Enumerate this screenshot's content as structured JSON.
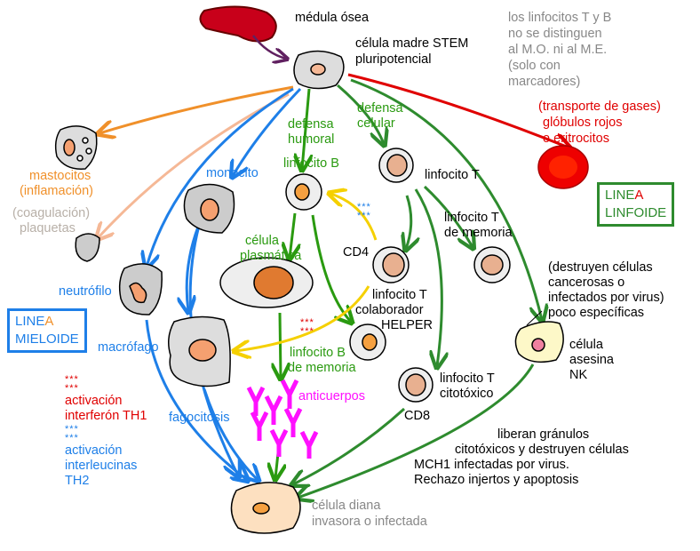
{
  "labels": {
    "medula": "médula ósea",
    "stem1": "célula madre STEM",
    "stem2": "pluripotencial",
    "note": [
      "los linfocitos T y B",
      "no se distinguen",
      "al M.O. ni al M.E.",
      "(solo con",
      "marcadores)"
    ],
    "rbc": [
      "(transporte de gases)",
      "glóbulos rojos",
      "o eritrocitos"
    ],
    "humoral": [
      "defensa",
      "humoral"
    ],
    "celular": [
      "defensa",
      "celular"
    ],
    "monocito": "monocito",
    "linfocito_b": "linfocito B",
    "linfocito_t": "linfocito T",
    "mastocitos": [
      "mastocitos",
      "(inflamación)"
    ],
    "plaquetas": [
      "(coagulación)",
      "plaquetas"
    ],
    "plasmatica": [
      "célula",
      "plasmática"
    ],
    "cd4": "CD4",
    "t_memoria": [
      "linfocito T",
      "de memoria"
    ],
    "neutrofilo": "neutrófilo",
    "helper": [
      "linfocito T",
      "colaborador",
      "HELPER"
    ],
    "nk_desc": [
      "(destruyen células",
      "cancerosas o",
      "infectados por virus)",
      "poco específicas"
    ],
    "nk": [
      "célula",
      "asesina",
      "NK"
    ],
    "macrofago": "macrófago",
    "b_memoria": [
      "linfocito B",
      "de memoria"
    ],
    "citotoxico": [
      "linfocito T",
      "citotóxico"
    ],
    "cd8": "CD8",
    "anticuerpos": "anticuerpos",
    "th1": [
      "activación",
      "interferón TH1"
    ],
    "th2": [
      "activación",
      "interleucinas",
      "TH2"
    ],
    "fagocitosis": "fagocitosis",
    "liberan": [
      "liberan gránulos",
      "citotóxicos y destruyen células",
      "MCH1 infectadas por virus.",
      "Rechazo injertos y apoptosis"
    ],
    "diana": [
      "célula diana",
      "invasora o infectada"
    ],
    "stars": "***"
  },
  "boxes": {
    "linfoide": {
      "line1_a": "LINE",
      "line1_b": "A",
      "line2": "LINFOIDE"
    },
    "mieloide": {
      "line1_a": "LINE",
      "line1_b": "A",
      "line2": "MIELOIDE"
    }
  },
  "colors": {
    "mieloide": "#1e7fe8",
    "linfoide": "#2e8b2e",
    "humoral": "#2a9a10",
    "red": "#e00000",
    "antibody": "#ff10ff",
    "signal": "#f5d000",
    "orange": "#f0902a"
  }
}
